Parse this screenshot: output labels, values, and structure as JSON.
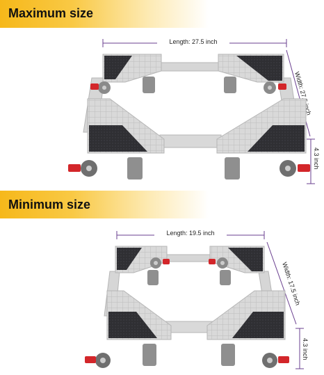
{
  "maximum": {
    "title": "Maximum size",
    "length_label": "Length: 27.5 inch",
    "width_label": "Width: 27.5 inch",
    "height_label": "4.3 inch"
  },
  "minimum": {
    "title": "Minimum size",
    "length_label": "Length: 19.5 inch",
    "width_label": "Width: 17.5 inch",
    "height_label": "4.3 inch"
  },
  "colors": {
    "banner": "#f6b81a",
    "frame": "#cfcfcf",
    "pad": "#2f2f33",
    "brake": "#d3262a",
    "leg": "#8f8f8f",
    "dimension_line": "#6a3f8f"
  }
}
